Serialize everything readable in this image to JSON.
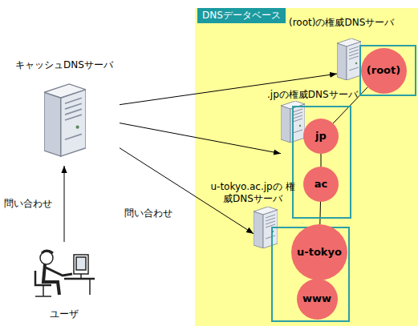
{
  "diagram": {
    "nodes": [
      {
        "text": [
          "DNSデータベース"
        ]
      },
      {
        "text": [
          "(root)の権威DNSサーバ"
        ],
        "in": 0
      },
      {
        "text": [
          "(root)"
        ],
        "in": 1
      },
      {
        "text": [
          ".jpの権威DNSサーバ"
        ],
        "in": 0
      },
      {
        "text": [
          "jp"
        ],
        "in": 3
      },
      {
        "text": [
          "ac"
        ],
        "in": 3
      },
      {
        "text": [
          "u-tokyo.ac.jpの 権威DNSサーバ"
        ],
        "in": 0
      },
      {
        "text": [
          "u-tokyo"
        ],
        "in": 6
      },
      {
        "text": [
          "www"
        ],
        "in": 6
      },
      {
        "text": [
          "キャッシュDNSサーバ"
        ]
      },
      {
        "text": [
          "ユーザ"
        ]
      }
    ],
    "edges": [
      {
        "from": 10,
        "to": 9,
        "label": "問い合わせ",
        "arrow": "to"
      },
      {
        "from": 9,
        "to": 1,
        "arrow": "to"
      },
      {
        "from": 9,
        "to": 3,
        "arrow": "to"
      },
      {
        "from": 9,
        "to": 6,
        "label": "問い合わせ",
        "arrow": "to"
      },
      {
        "from": 2,
        "to": 4,
        "arrow": "none"
      },
      {
        "from": 4,
        "to": 5,
        "arrow": "none"
      },
      {
        "from": 5,
        "to": 7,
        "arrow": "none"
      },
      {
        "from": 7,
        "to": 8,
        "arrow": "none"
      }
    ]
  }
}
